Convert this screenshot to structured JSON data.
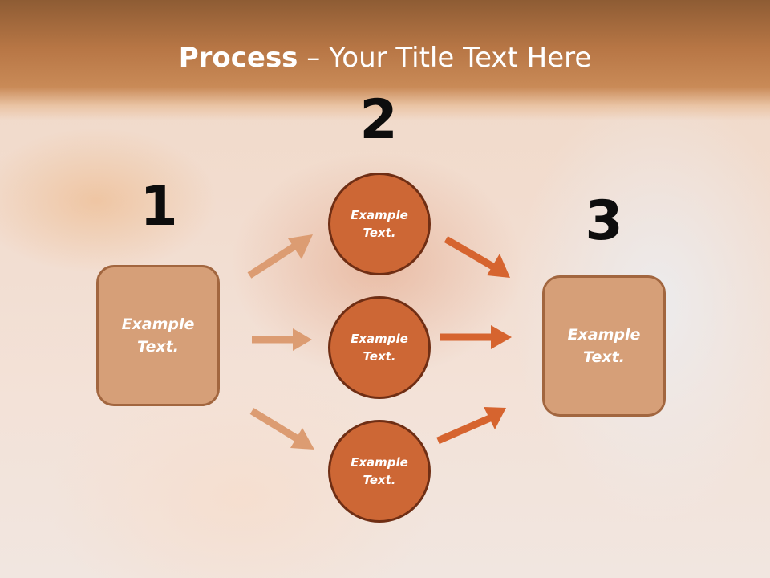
{
  "title": {
    "bold": "Process",
    "rest": " – Your Title Text Here"
  },
  "steps": {
    "step1": {
      "number": "1",
      "label": "Example Text."
    },
    "step2": {
      "number": "2",
      "items": [
        {
          "label": "Example Text."
        },
        {
          "label": "Example Text."
        },
        {
          "label": "Example Text."
        }
      ]
    },
    "step3": {
      "number": "3",
      "label": "Example Text."
    }
  },
  "colors": {
    "title_band": "#b77645",
    "box_fill": "#d69f78",
    "box_border": "#a2663f",
    "circle_fill": "#cd6735",
    "circle_border": "#6f2e14",
    "arrow_light": "#dc9c72",
    "arrow_dark": "#d6642f"
  }
}
